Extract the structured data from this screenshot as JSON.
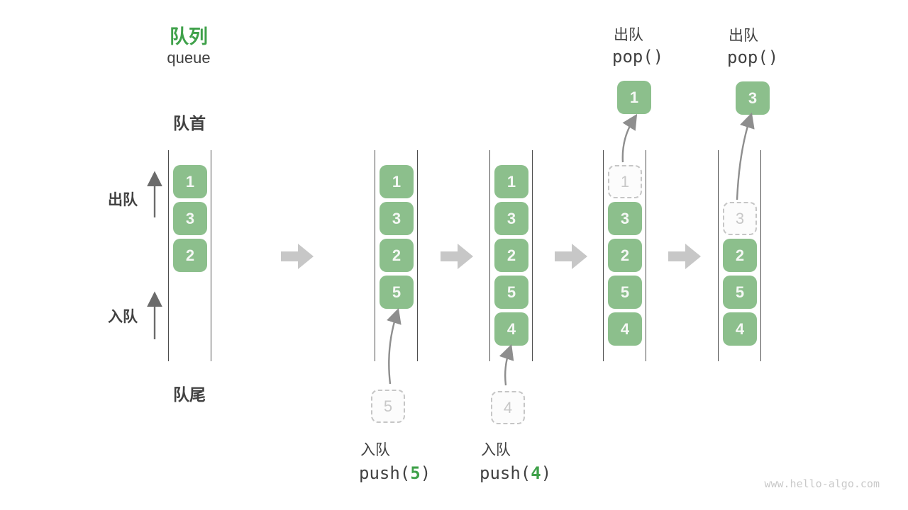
{
  "title": {
    "cn": "队列",
    "en": "queue"
  },
  "side_labels": {
    "front": "队首",
    "rear": "队尾",
    "dequeue": "出队",
    "enqueue": "入队"
  },
  "stages": [
    {
      "name": "initial",
      "boxes": [
        "1",
        "3",
        "2"
      ]
    },
    {
      "name": "after-push-5",
      "boxes": [
        "1",
        "3",
        "2",
        "5"
      ],
      "incoming": "5",
      "action_cn": "入队",
      "code_open": "push(",
      "code_arg": "5",
      "code_close": ")"
    },
    {
      "name": "after-push-4",
      "boxes": [
        "1",
        "3",
        "2",
        "5",
        "4"
      ],
      "incoming": "4",
      "action_cn": "入队",
      "code_open": "push(",
      "code_arg": "4",
      "code_close": ")"
    },
    {
      "name": "after-pop-1",
      "ghost": "1",
      "boxes": [
        "3",
        "2",
        "5",
        "4"
      ],
      "popped": "1",
      "action_cn": "出队",
      "code": "pop()"
    },
    {
      "name": "after-pop-3",
      "ghost": "3",
      "boxes": [
        "2",
        "5",
        "4"
      ],
      "popped": "3",
      "action_cn": "出队",
      "code": "pop()"
    }
  ],
  "watermark": "www.hello-algo.com",
  "colors": {
    "box_green": "#8CBF8C",
    "accent_green": "#3FA14A",
    "dark_text": "#414141",
    "rail_line": "#4D4D4D",
    "block_arrow_gray": "#C7C7C7",
    "thin_arrow_gray": "#8E8E8E",
    "side_arrow_gray": "#6B6B6B",
    "dashed_border": "#C6C6C6",
    "ghost_text": "#C8C8C8",
    "watermark_gray": "#C9C9C9"
  }
}
